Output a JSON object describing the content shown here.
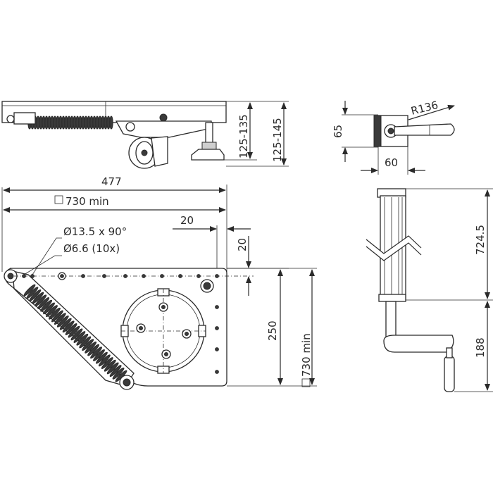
{
  "dimensions": {
    "height_range_a": "125-135",
    "height_range_b": "125-145",
    "bracket_height": "65",
    "bracket_width": "60",
    "crank_radius": "R136",
    "overall_length": "477",
    "min_table_length": "730 min",
    "edge_offset": "20",
    "edge_offset_vertical": "20",
    "hole_spec_a": "Ø13.5 x 90°",
    "hole_spec_b": "Ø6.6 (10x)",
    "plate_depth": "250",
    "min_table_width": "730 min",
    "shaft_length": "724.5",
    "crank_length": "188"
  },
  "colors": {
    "line": "#2a2a2a",
    "background": "#ffffff",
    "fill_grey": "#cfcfcf"
  }
}
